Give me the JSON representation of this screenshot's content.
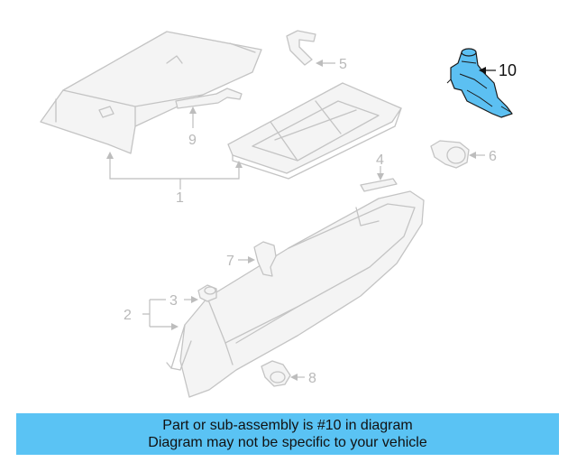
{
  "callouts": {
    "c1": "1",
    "c2": "2",
    "c3": "3",
    "c4": "4",
    "c5": "5",
    "c6": "6",
    "c7": "7",
    "c8": "8",
    "c9": "9",
    "c10": "10"
  },
  "highlighted_part": "10",
  "colors": {
    "highlight": "#5cc0f2",
    "banner": "#5ac3f4",
    "line_art": "#c4c4c4"
  },
  "banner": {
    "line1": "Part or sub-assembly is #10 in diagram",
    "line2": "Diagram may not be specific to your vehicle"
  }
}
